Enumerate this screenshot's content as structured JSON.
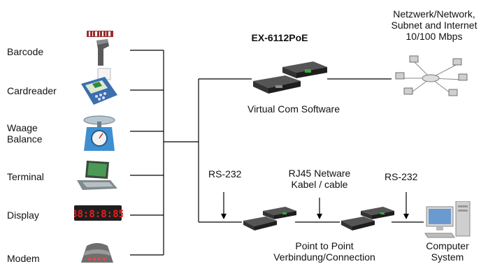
{
  "title": "EX-6112PoE",
  "devices": [
    {
      "id": "barcode",
      "label": "Barcode",
      "icon": "barcode-scanner-icon"
    },
    {
      "id": "cardreader",
      "label": "Cardreader",
      "icon": "card-terminal-icon"
    },
    {
      "id": "balance",
      "label": "Waage\nBalance",
      "icon": "scale-icon"
    },
    {
      "id": "terminal",
      "label": "Terminal",
      "icon": "terminal-icon"
    },
    {
      "id": "display",
      "label": "Display",
      "icon": "led-display-icon"
    },
    {
      "id": "modem",
      "label": "Modem",
      "icon": "modem-icon"
    }
  ],
  "display_digits": "88:8:8:85",
  "network_label": "Netzwerk/Network,\nSubnet and Internet\n10/100 Mbps",
  "virtual_com_label": "Virtual Com Software",
  "rs232_left": "RS-232",
  "rs232_right": "RS-232",
  "rj45_label": "RJ45 Netware\nKabel / cable",
  "p2p_label": "Point to Point\nVerbindung/Connection",
  "computer_label": "Computer\nSystem",
  "colors": {
    "line": "#000000",
    "device_body": "#2b2b2b",
    "terminal_screen": "#4a9a55",
    "scale_blue": "#3f8fd0",
    "display_red": "#e02020",
    "network_icon": "#888888"
  }
}
